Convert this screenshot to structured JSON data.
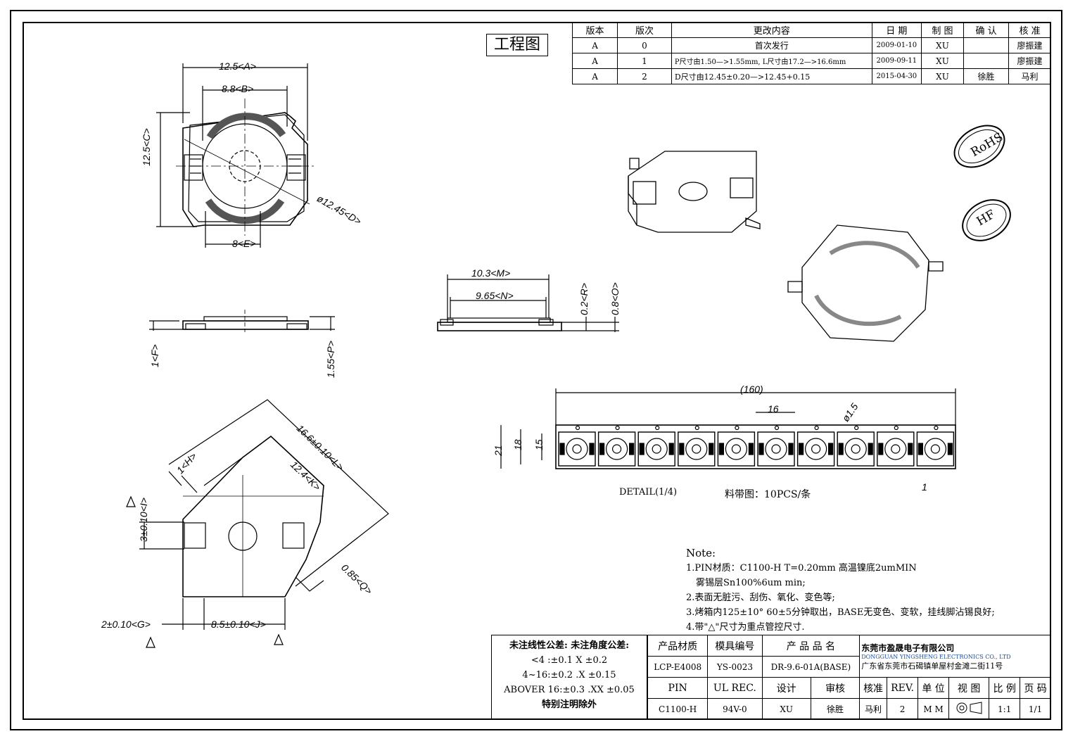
{
  "title_stamp": "工程图",
  "revision_table": {
    "headers": [
      "版本",
      "版次",
      "更改内容",
      "日 期",
      "制 图",
      "确 认",
      "核 准"
    ],
    "rows": [
      [
        "A",
        "0",
        "首次发行",
        "2009-01-10",
        "XU",
        "",
        "廖振建"
      ],
      [
        "A",
        "1",
        "P尺寸由1.50—>1.55mm, L尺寸由17.2—>16.6mm",
        "2009-09-11",
        "XU",
        "",
        "廖振建"
      ],
      [
        "A",
        "2",
        "D尺寸由12.45±0.20—>12.45+0.15",
        "2015-04-30",
        "XU",
        "徐胜",
        "马利"
      ]
    ]
  },
  "badges": {
    "rohs": "RoHS",
    "hf": "HF"
  },
  "dimensions": {
    "a": "12.5<A>",
    "b": "8.8<B>",
    "c": "12.5<C>",
    "d": "ø12.45<D>",
    "e": "8<E>",
    "f": "1<F>",
    "p": "1.55<P>",
    "m": "10.3<M>",
    "n": "9.65<N>",
    "r": "0.2<R>",
    "o": "0.8<O>",
    "h": "1<H>",
    "l": "16.6±0.10<L>",
    "k": "12.4<K>",
    "i": "3±0.10<I>",
    "q": "0.85<Q>",
    "g": "2±0.10<G>",
    "j": "8.5±0.10<J>",
    "tape_len": "(160)",
    "pitch": "16",
    "hole": "ø1.5",
    "w21": "21",
    "w18": "18",
    "w15": "15",
    "one": "1"
  },
  "detail_label": "DETAIL(1/4)",
  "tape_label": "料带图：10PCS/条",
  "notes": {
    "title": "Note:",
    "lines": [
      "1.PIN材质：C1100-H  T=0.20mm 高温镍底2umMIN",
      "  雾锡层Sn100%6um min;",
      "2.表面无脏污、刮伤、氧化、变色等;",
      "3.烤箱内125±10°   60±5分钟取出，BASE无变色、变软，挂线脚沾锡良好;",
      "4.带\"△\"尺寸为重点管控尺寸."
    ]
  },
  "tolerance": {
    "lines": [
      "未注线性公差:  未注角度公差:",
      "<4 :±0.1  X ±0.2",
      "4~16:±0.2  .X ±0.15",
      "ABOVER 16:±0.3  .XX ±0.05",
      "特别注明除外"
    ]
  },
  "title_block": {
    "h_material": "产品材质",
    "h_mold": "模具编号",
    "h_name": "产 品 品 名",
    "material": "LCP-E4008",
    "mold": "YS-0023",
    "name": "DR-9.6-01A(BASE)",
    "company": "东莞市盈晟电子有限公司",
    "company_en": "DONGGUAN YINGSHENG ELECTRONICS CO., LTD",
    "address": "广东省东莞市石碣镇单屋村金滩二街11号",
    "h_pin": "PIN",
    "h_ul": "UL REC.",
    "h_design": "设计",
    "h_review": "审核",
    "h_approve": "核准",
    "h_rev": "REV.",
    "h_unit": "单 位",
    "h_view": "视 图",
    "h_scale": "比 例",
    "h_page": "页 码",
    "pin": "C1100-H",
    "ul": "94V-0",
    "design": "XU",
    "review": "徐胜",
    "approve": "马利",
    "rev": "2",
    "unit": "M M",
    "scale": "1:1",
    "page": "1/1"
  }
}
